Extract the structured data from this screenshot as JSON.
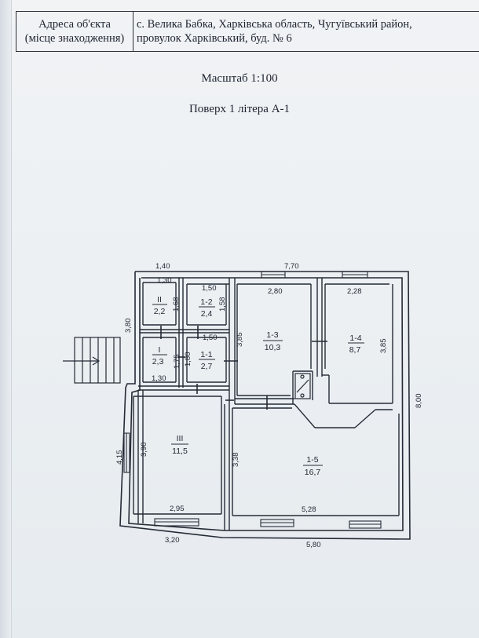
{
  "header": {
    "address_label_line1": "Адреса об'єкта",
    "address_label_line2": "(місце знаходження)",
    "address_line1": "с. Велика Бабка, Харківська область, Чугуївський район,",
    "address_line2": "провулок Харківський, буд. № 6"
  },
  "scale": "Масштаб 1:100",
  "floor_title": "Поверх 1 літера А-1",
  "plan": {
    "outer_dims": {
      "top_left": "1,40",
      "top_main": "7,70",
      "right": "8,00",
      "bottom_left": "3,20",
      "bottom_right": "5,80",
      "left_upper": "3,80",
      "left_lower": "4,15"
    },
    "inner_dims": {
      "room2_top": "1,30",
      "room2_height": "1,68",
      "room12_top": "1,50",
      "room12_height": "1,58",
      "room11_top": "1,50",
      "room11_height": "1,80",
      "room1_height": "1,75",
      "room1_bottom": "1,30",
      "room13_top": "2,80",
      "room13_height": "3,85",
      "room14_top": "2,28",
      "room14_height": "3,85",
      "room3_height": "3,90",
      "room3_bottom": "2,95",
      "room15_height": "3,38",
      "room15_bottom": "5,28"
    },
    "rooms": [
      {
        "id": "II",
        "area": "2,2"
      },
      {
        "id": "1-2",
        "area": "2,4"
      },
      {
        "id": "I",
        "area": "2,3"
      },
      {
        "id": "1-1",
        "area": "2,7"
      },
      {
        "id": "1-3",
        "area": "10,3"
      },
      {
        "id": "1-4",
        "area": "8,7"
      },
      {
        "id": "III",
        "area": "11,5"
      },
      {
        "id": "1-5",
        "area": "16,7"
      }
    ]
  }
}
